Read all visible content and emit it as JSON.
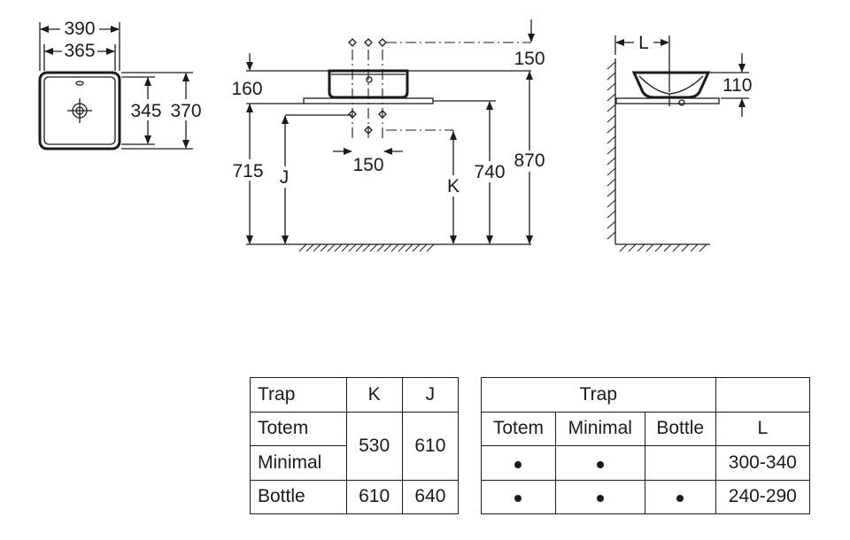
{
  "plan_view": {
    "width_outer": "390",
    "width_inner": "365",
    "depth_inner": "345",
    "depth_outer": "370"
  },
  "front_view": {
    "dim_top_150": "150",
    "dim_160": "160",
    "dim_715": "715",
    "label_j": "J",
    "dim_bottom_150": "150",
    "label_k": "K",
    "dim_740": "740",
    "dim_870": "870"
  },
  "side_view": {
    "label_l": "L",
    "dim_110": "110"
  },
  "trap_table": {
    "headers": [
      "Trap",
      "K",
      "J"
    ],
    "rows": [
      {
        "trap": "Totem"
      },
      {
        "trap": "Minimal"
      },
      {
        "trap": "Bottle",
        "k": "610",
        "j": "640"
      }
    ],
    "shared_k": "530",
    "shared_j": "610"
  },
  "length_table": {
    "trap_header": "Trap",
    "columns": [
      "Totem",
      "Minimal",
      "Bottle"
    ],
    "l_header": "L",
    "rows": [
      {
        "totem": true,
        "minimal": true,
        "bottle": false,
        "l": "300-340"
      },
      {
        "totem": true,
        "minimal": true,
        "bottle": true,
        "l": "240-290"
      }
    ]
  }
}
